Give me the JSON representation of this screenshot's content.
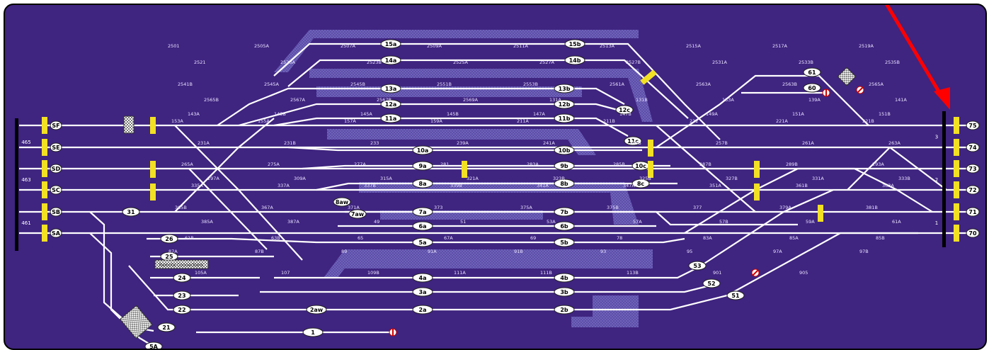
{
  "panel": {
    "title": "",
    "bg": "#3f2480",
    "signal_color": "#f2e024",
    "annotation_color": "#ff0000"
  },
  "west_lines": [
    "SF",
    "SE",
    "SD",
    "SC",
    "SB",
    "SA"
  ],
  "west_numbers": [
    "465",
    "463",
    "461"
  ],
  "east_lines": [
    "75",
    "74",
    "73",
    "72",
    "71",
    "70"
  ],
  "east_numbers": [
    "3",
    "2",
    "1"
  ],
  "tracks": {
    "upper": [
      "15a",
      "15b",
      "14a",
      "14b",
      "13a",
      "13b",
      "12a",
      "12b",
      "11a",
      "11b",
      "10a",
      "10b"
    ],
    "middle": [
      "9a",
      "9b",
      "8a",
      "8b",
      "7a",
      "7b",
      "6a",
      "6b",
      "5a",
      "5b"
    ],
    "lower": [
      "4a",
      "4b",
      "3a",
      "3b",
      "2a",
      "2b",
      "2aw",
      "1"
    ],
    "sidings": [
      "26",
      "25",
      "24",
      "23",
      "22",
      "21",
      "31",
      "8aw",
      "7aw",
      "61",
      "60",
      "53",
      "52",
      "51",
      "12c",
      "11c",
      "10c",
      "8c",
      "5A"
    ]
  },
  "switch_labels": [
    "2501",
    "2505A",
    "2507A",
    "2509A",
    "2511A",
    "2513A",
    "2515A",
    "2517A",
    "2519A",
    "2521",
    "2523A",
    "2523B",
    "2525A",
    "2527A",
    "2527B",
    "2531A",
    "2533B",
    "2535B",
    "2541B",
    "2545A",
    "2545B",
    "2551B",
    "2553B",
    "2561A",
    "2563A",
    "2563B",
    "2565A",
    "2565B",
    "2567A",
    "2567B",
    "2569A",
    "131A",
    "131B",
    "133A",
    "139A",
    "141A",
    "143A",
    "143B",
    "145A",
    "145B",
    "147A",
    "147B",
    "149A",
    "151A",
    "151B",
    "153A",
    "155A",
    "157A",
    "159A",
    "211A",
    "211B",
    "212",
    "221A",
    "221B",
    "231A",
    "231B",
    "233",
    "239A",
    "241A",
    "255B",
    "257B",
    "261A",
    "263A",
    "265A",
    "275A",
    "277A",
    "281",
    "283A",
    "285B",
    "287B",
    "289B",
    "293A",
    "297A",
    "309A",
    "315A",
    "321A",
    "323B",
    "325B",
    "327B",
    "331A",
    "333B",
    "335A",
    "337A",
    "337B",
    "339B",
    "341A",
    "347A",
    "351A",
    "361B",
    "363A",
    "365B",
    "367A",
    "371A",
    "373",
    "375A",
    "375B",
    "377",
    "379A",
    "381B",
    "385A",
    "387A",
    "49",
    "51",
    "53A",
    "57A",
    "57B",
    "59A",
    "61A",
    "61B",
    "63B",
    "65",
    "67A",
    "69",
    "78",
    "83A",
    "85A",
    "85B",
    "87A",
    "87B",
    "89",
    "91A",
    "91B",
    "93",
    "95",
    "97A",
    "97B",
    "105A",
    "107",
    "109B",
    "111A",
    "111B",
    "113B",
    "901",
    "905"
  ],
  "reporting_box": "Remote Connections"
}
